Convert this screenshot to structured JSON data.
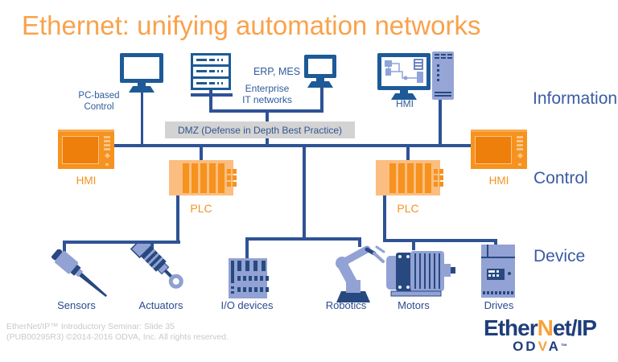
{
  "title": "Ethernet: unifying automation networks",
  "colors": {
    "title_orange": "#F9A24B",
    "accent_orange": "#F6921E",
    "plc_light_orange": "#FBBE80",
    "line_blue": "#2E5395",
    "level_label_blue": "#3A5BA5",
    "icon_navy": "#27497F",
    "monitor_navy": "#1D5A97",
    "device_periwinkle": "#92A2D4",
    "dmz_gray": "#D3D3D3",
    "footer_gray": "#C9C9CD",
    "logo_navy": "#203E7B"
  },
  "information_row": {
    "pc_based_control_label": "PC-based\nControl",
    "erp_mes_label": "ERP, MES",
    "enterprise_label": "Enterprise\nIT networks",
    "hmi_label": "HMI"
  },
  "dmz": {
    "label": "DMZ (Defense in Depth Best Practice)"
  },
  "control_row": {
    "hmi_left_label": "HMI",
    "hmi_right_label": "HMI",
    "plc_left_label": "PLC",
    "plc_right_label": "PLC"
  },
  "level_labels": {
    "information": "Information",
    "control": "Control",
    "device": "Device"
  },
  "devices": [
    {
      "label": "Sensors"
    },
    {
      "label": "Actuators"
    },
    {
      "label": "I/O devices"
    },
    {
      "label": "Robotics"
    },
    {
      "label": "Motors"
    },
    {
      "label": "Drives"
    }
  ],
  "footer": {
    "line1": "EtherNet/IP™ Introductory Seminar: Slide 35",
    "line2": "(PUB00295R3)  ©2014-2016 ODVA, Inc. All rights reserved."
  },
  "logo": {
    "ether": "Ether",
    "n": "N",
    "et_ip": "et/IP",
    "odva_od": "OD",
    "odva_v": "V",
    "odva_a": "A",
    "tm": "™"
  }
}
